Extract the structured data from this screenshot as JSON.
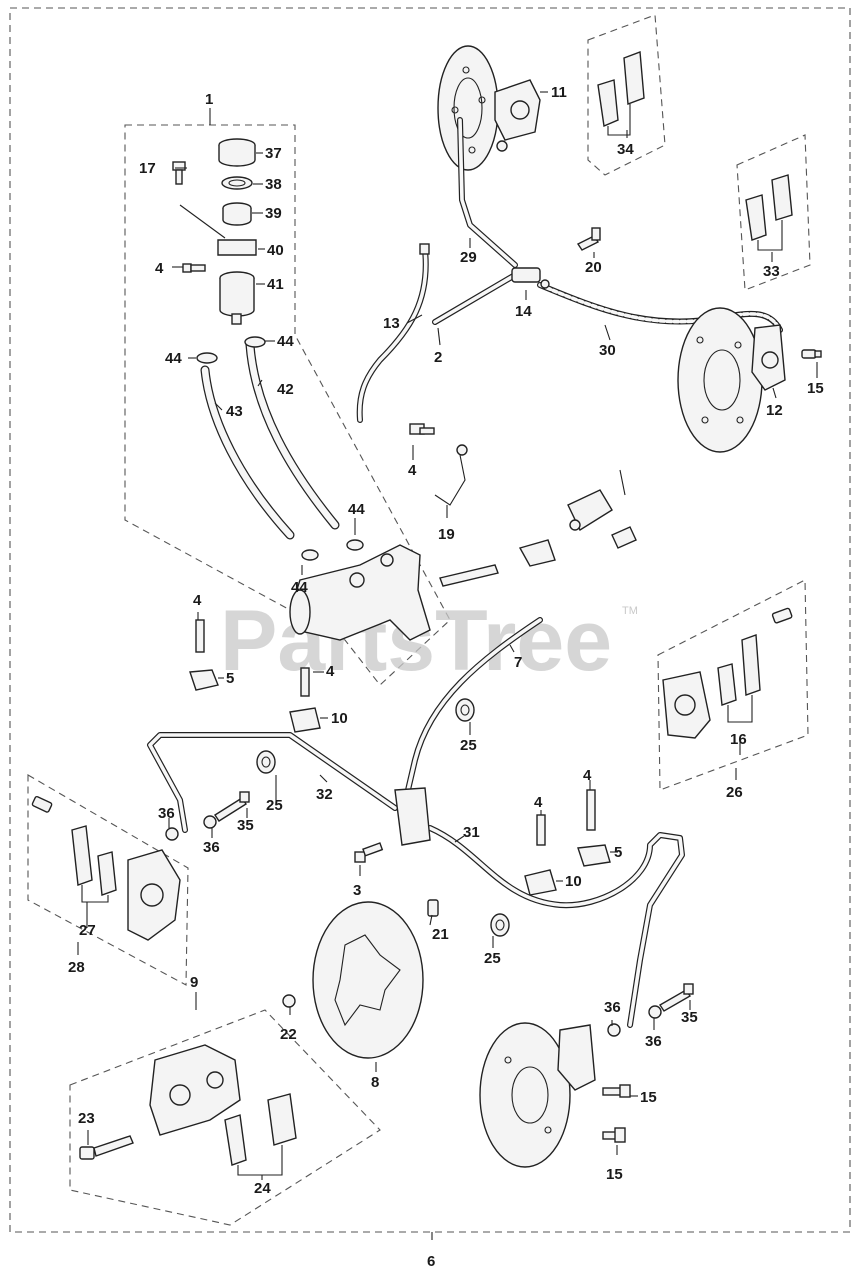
{
  "watermark": {
    "text": "PartsTree",
    "trademark": "TM"
  },
  "callouts": {
    "c1": "1",
    "c2": "2",
    "c3": "3",
    "c4": "4",
    "c5": "5",
    "c6": "6",
    "c7": "7",
    "c8": "8",
    "c9": "9",
    "c10": "10",
    "c11": "11",
    "c12": "12",
    "c13": "13",
    "c14": "14",
    "c15": "15",
    "c16": "16",
    "c17": "17",
    "c19": "19",
    "c20": "20",
    "c21": "21",
    "c22": "22",
    "c23": "23",
    "c24": "24",
    "c25": "25",
    "c26": "26",
    "c27": "27",
    "c28": "28",
    "c29": "29",
    "c30": "30",
    "c31": "31",
    "c32": "32",
    "c33": "33",
    "c34": "34",
    "c35": "35",
    "c36": "36",
    "c37": "37",
    "c38": "38",
    "c39": "39",
    "c40": "40",
    "c41": "41",
    "c42": "42",
    "c43": "43",
    "c44": "44"
  },
  "colors": {
    "ink": "#222222",
    "watermark": "#c9c9c9",
    "background": "#ffffff"
  }
}
